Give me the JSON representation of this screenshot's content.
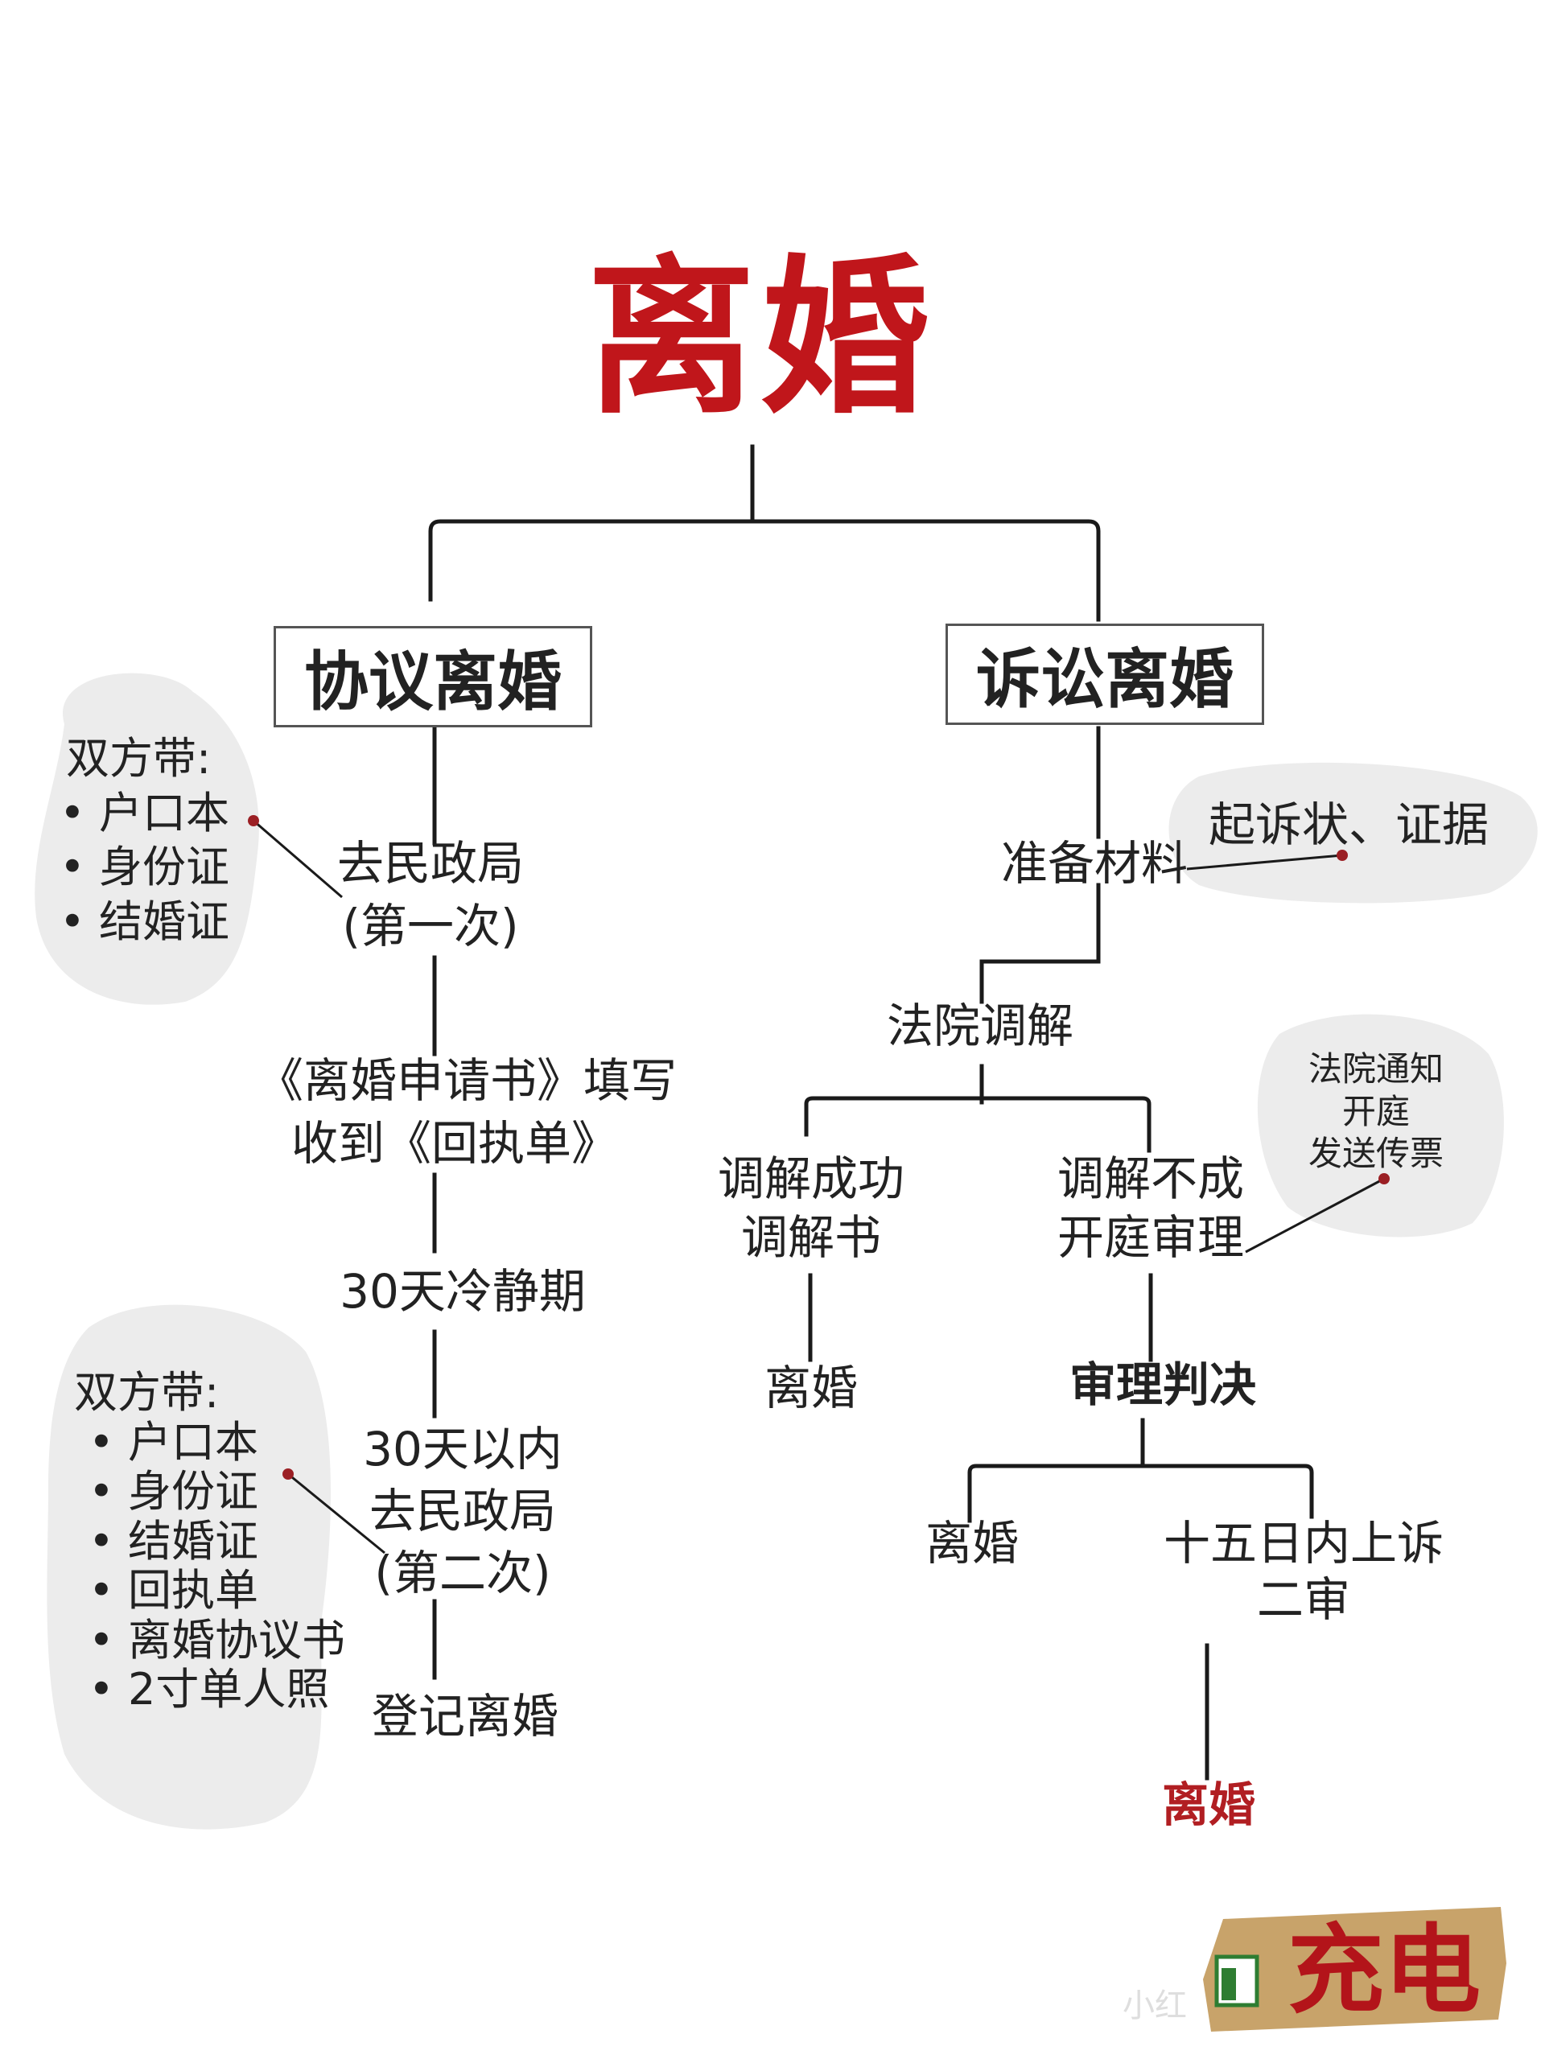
{
  "title": "离婚",
  "left": {
    "header": "协议离婚",
    "step1": [
      "去民政局",
      "(第一次)"
    ],
    "step2": [
      "《离婚申请书》填写",
      "收到《回执单》"
    ],
    "step3": "30天冷静期",
    "step4": [
      "30天以内",
      "去民政局",
      "(第二次)"
    ],
    "step5": "登记离婚",
    "note1": {
      "heading": "双方带:",
      "items": [
        "户口本",
        "身份证",
        "结婚证"
      ]
    },
    "note2": {
      "heading": "双方带:",
      "items": [
        "户口本",
        "身份证",
        "结婚证",
        "回执单",
        "离婚协议书",
        "2寸单人照"
      ]
    }
  },
  "right": {
    "header": "诉讼离婚",
    "step1": "准备材料",
    "note1": "起诉状、证据",
    "step2": "法院调解",
    "success": [
      "调解成功",
      "调解书"
    ],
    "success_result": "离婚",
    "fail": [
      "调解不成",
      "开庭审理"
    ],
    "note2": [
      "法院通知",
      "开庭",
      "发送传票"
    ],
    "judgment": "审理判决",
    "judgment_result": "离婚",
    "appeal": [
      "十五日内上诉",
      "二审"
    ],
    "final": "离婚"
  },
  "badge": {
    "text": "充电",
    "color": "#c8a36a"
  },
  "watermark": "小红"
}
